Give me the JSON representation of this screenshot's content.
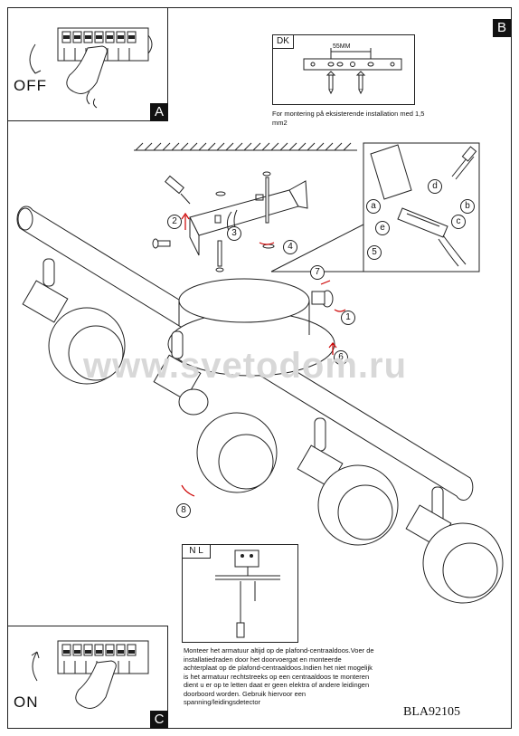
{
  "panels": {
    "a": {
      "letter": "A",
      "state_label": "OFF"
    },
    "b": {
      "letter": "B"
    },
    "c": {
      "letter": "C",
      "state_label": "ON"
    }
  },
  "dk_box": {
    "country": "DK",
    "dimension": "55MM",
    "caption": "For montering på eksisterende installation med 1,5 mm2"
  },
  "nl_box": {
    "country": "N L",
    "caption": "Monteer het armatuur altijd op de plafond-centraaldoos.Voer de installatiedraden door het doorvoergat en monteerde achterplaat op de plafond-centraaldoos.Indien het niet mogelijk is het armatuur rechtstreeks op een centraaldoos te monteren dient u er op te letten daat er geen elektra of andere leidingen doorboord worden. Gebruik hiervoor een spanning/leidingsdetector"
  },
  "steps": [
    "1",
    "2",
    "3",
    "4",
    "5",
    "6",
    "7",
    "8"
  ],
  "letters": [
    "a",
    "b",
    "c",
    "d",
    "e"
  ],
  "watermark": "www.svetodom.ru",
  "model_ref": "BLA92105"
}
